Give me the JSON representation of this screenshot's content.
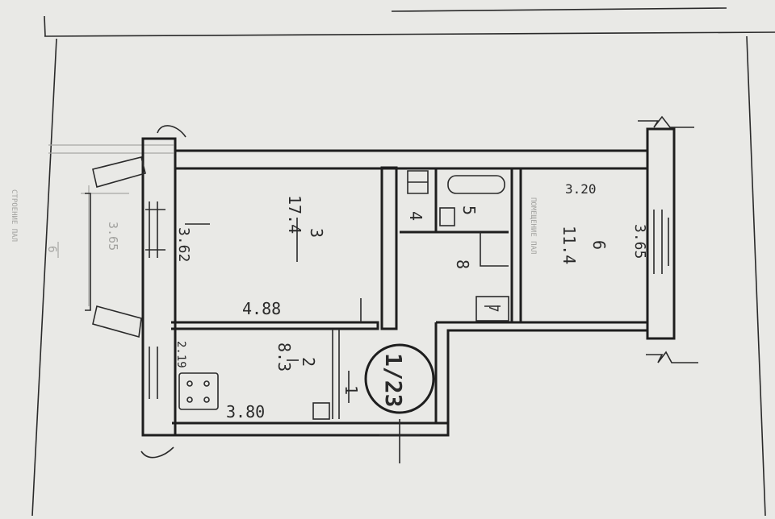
{
  "plan": {
    "apartment_number": "1/23",
    "rooms": [
      {
        "id": "living",
        "number": "3",
        "area": "17.4",
        "width": "3.62",
        "length": "4.88"
      },
      {
        "id": "kitchen",
        "number": "2",
        "area": "8.3",
        "width": "2.19",
        "length": "3.80"
      },
      {
        "id": "bedroom",
        "number": "6",
        "area": "11.4",
        "width": "3.20",
        "length": "3.65"
      },
      {
        "id": "hall",
        "number": "8"
      },
      {
        "id": "wc",
        "number": "4"
      },
      {
        "id": "bath",
        "number": "5"
      },
      {
        "id": "entry",
        "number": "1"
      },
      {
        "id": "closet",
        "number": "7"
      }
    ],
    "faint_labels": {
      "bedroom_note": "ПОМЕЩЕНИЕ ПАЛ",
      "left_room_number": "6",
      "left_room_dim": "3.65",
      "left_note": "СТРОЕНИЕ ПАЛ"
    }
  }
}
